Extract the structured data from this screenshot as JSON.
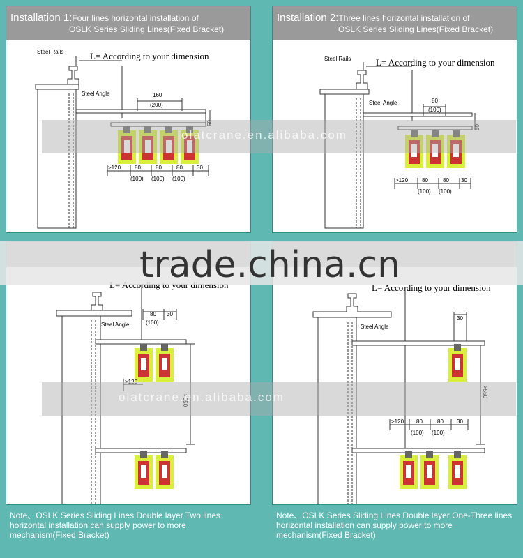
{
  "panels": [
    {
      "title_main": "Installation 1:",
      "title_rest": "Four lines horizontal installation of",
      "title_line2": "OSLK  Series Sliding Lines(Fixed Bracket)",
      "labels": {
        "rails": "Steel Rails",
        "angle": "Steel Angle",
        "dimension": "L= According to your dimension",
        "top_dim": "160",
        "top_dim_alt": "(200)",
        "side_dim": "50",
        "bottom": [
          ">120",
          "80",
          "80",
          "80",
          "30"
        ],
        "bottom_alt": [
          "(100)",
          "(100)",
          "(100)"
        ]
      }
    },
    {
      "title_main": "Installation 2:",
      "title_rest": "Three lines horizontal installation of",
      "title_line2": "OSLK Series Sliding Lines(Fixed Bracket)",
      "labels": {
        "rails": "Steel Rails",
        "angle": "Steel Angle",
        "dimension": "L= According to your dimension",
        "top_dim": "80",
        "top_dim_alt": "(100)",
        "side_dim": "50",
        "bottom": [
          ">120",
          "80",
          "80",
          "30"
        ],
        "bottom_alt": [
          "(100)",
          "(100)"
        ]
      }
    },
    {
      "labels": {
        "angle": "Steel Angle",
        "dimension": "L= According to your dimension",
        "top_dim": "80",
        "top_dim_alt": "(100)",
        "top_dim2": "30",
        "side_left": ">120",
        "side_dim": ">550"
      }
    },
    {
      "labels": {
        "angle": "Steel Angle",
        "dimension": "L= According to your dimension",
        "top_dim": "30",
        "side_dim": ">550",
        "bottom": [
          ">120",
          "80",
          "80",
          "30"
        ],
        "bottom_alt": [
          "(100)",
          "(100)"
        ]
      }
    }
  ],
  "notes": [
    {
      "text": "Note、OSLK Series Sliding Lines Double layer Two lines horizontal installation can supply power to more mechanism(Fixed Bracket)"
    },
    {
      "text": "Note、OSLK Series Sliding Lines Double layer One-Three lines horizontal installation can supply power to more mechanism(Fixed Bracket)"
    }
  ],
  "watermark": {
    "main": "trade.china.cn",
    "site": "olatcrane.en.alibaba.com"
  },
  "colors": {
    "background": "#5fb8b2",
    "header": "#9a9a9a",
    "collector_fill": "#d9ef3a",
    "collector_body": "#cc3333"
  }
}
